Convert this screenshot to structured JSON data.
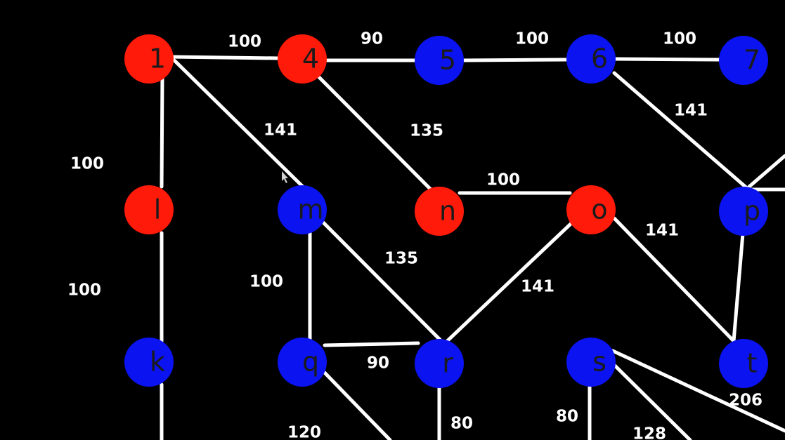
{
  "colors": {
    "background": "#000000",
    "edge": "#ffffff",
    "visited": "#ff1a0a",
    "unvisited": "#0b13f0",
    "node_text": "#1b1b1b",
    "weight_text": "#ffffff"
  },
  "nodes": [
    {
      "id": "1",
      "label": "1",
      "state": "visited"
    },
    {
      "id": "4",
      "label": "4",
      "state": "visited"
    },
    {
      "id": "5",
      "label": "5",
      "state": "unvisited"
    },
    {
      "id": "6",
      "label": "6",
      "state": "unvisited"
    },
    {
      "id": "7",
      "label": "7",
      "state": "unvisited"
    },
    {
      "id": "l",
      "label": "l",
      "state": "visited"
    },
    {
      "id": "m",
      "label": "m",
      "state": "unvisited"
    },
    {
      "id": "n",
      "label": "n",
      "state": "visited"
    },
    {
      "id": "o",
      "label": "o",
      "state": "visited"
    },
    {
      "id": "p",
      "label": "p",
      "state": "unvisited"
    },
    {
      "id": "k",
      "label": "k",
      "state": "unvisited"
    },
    {
      "id": "q",
      "label": "q",
      "state": "unvisited"
    },
    {
      "id": "r",
      "label": "r",
      "state": "unvisited"
    },
    {
      "id": "s",
      "label": "s",
      "state": "unvisited"
    },
    {
      "id": "t",
      "label": "t",
      "state": "unvisited"
    }
  ],
  "edges": [
    {
      "from": "1",
      "to": "4",
      "weight": "100"
    },
    {
      "from": "4",
      "to": "5",
      "weight": "90"
    },
    {
      "from": "5",
      "to": "6",
      "weight": "100"
    },
    {
      "from": "6",
      "to": "7",
      "weight": "100"
    },
    {
      "from": "1",
      "to": "l",
      "weight": "100"
    },
    {
      "from": "1",
      "to": "m",
      "weight": "141"
    },
    {
      "from": "4",
      "to": "n",
      "weight": "135"
    },
    {
      "from": "6",
      "to": "p",
      "weight": "141"
    },
    {
      "from": "n",
      "to": "o",
      "weight": "100"
    },
    {
      "from": "l",
      "to": "k",
      "weight": "100"
    },
    {
      "from": "m",
      "to": "q",
      "weight": "100"
    },
    {
      "from": "m",
      "to": "r",
      "weight": "135"
    },
    {
      "from": "o",
      "to": "r",
      "weight": "141"
    },
    {
      "from": "o",
      "to": "t",
      "weight": "141"
    },
    {
      "from": "p",
      "to": "t",
      "weight": ""
    },
    {
      "from": "q",
      "to": "r",
      "weight": "90"
    }
  ],
  "stub_edges": [
    {
      "from": "p",
      "direction": "right",
      "weight": ""
    },
    {
      "from": "p",
      "direction": "up-right",
      "weight": ""
    },
    {
      "from": "k",
      "direction": "down",
      "weight": ""
    },
    {
      "from": "q",
      "direction": "down-right",
      "weight": "120"
    },
    {
      "from": "r",
      "direction": "down",
      "weight": "80"
    },
    {
      "from": "s",
      "direction": "down",
      "weight": "80"
    },
    {
      "from": "s",
      "direction": "down-right",
      "weight": "128"
    },
    {
      "from": "s",
      "direction": "right",
      "weight": "206"
    }
  ],
  "icons": {
    "cursor": "mouse-pointer-icon"
  }
}
